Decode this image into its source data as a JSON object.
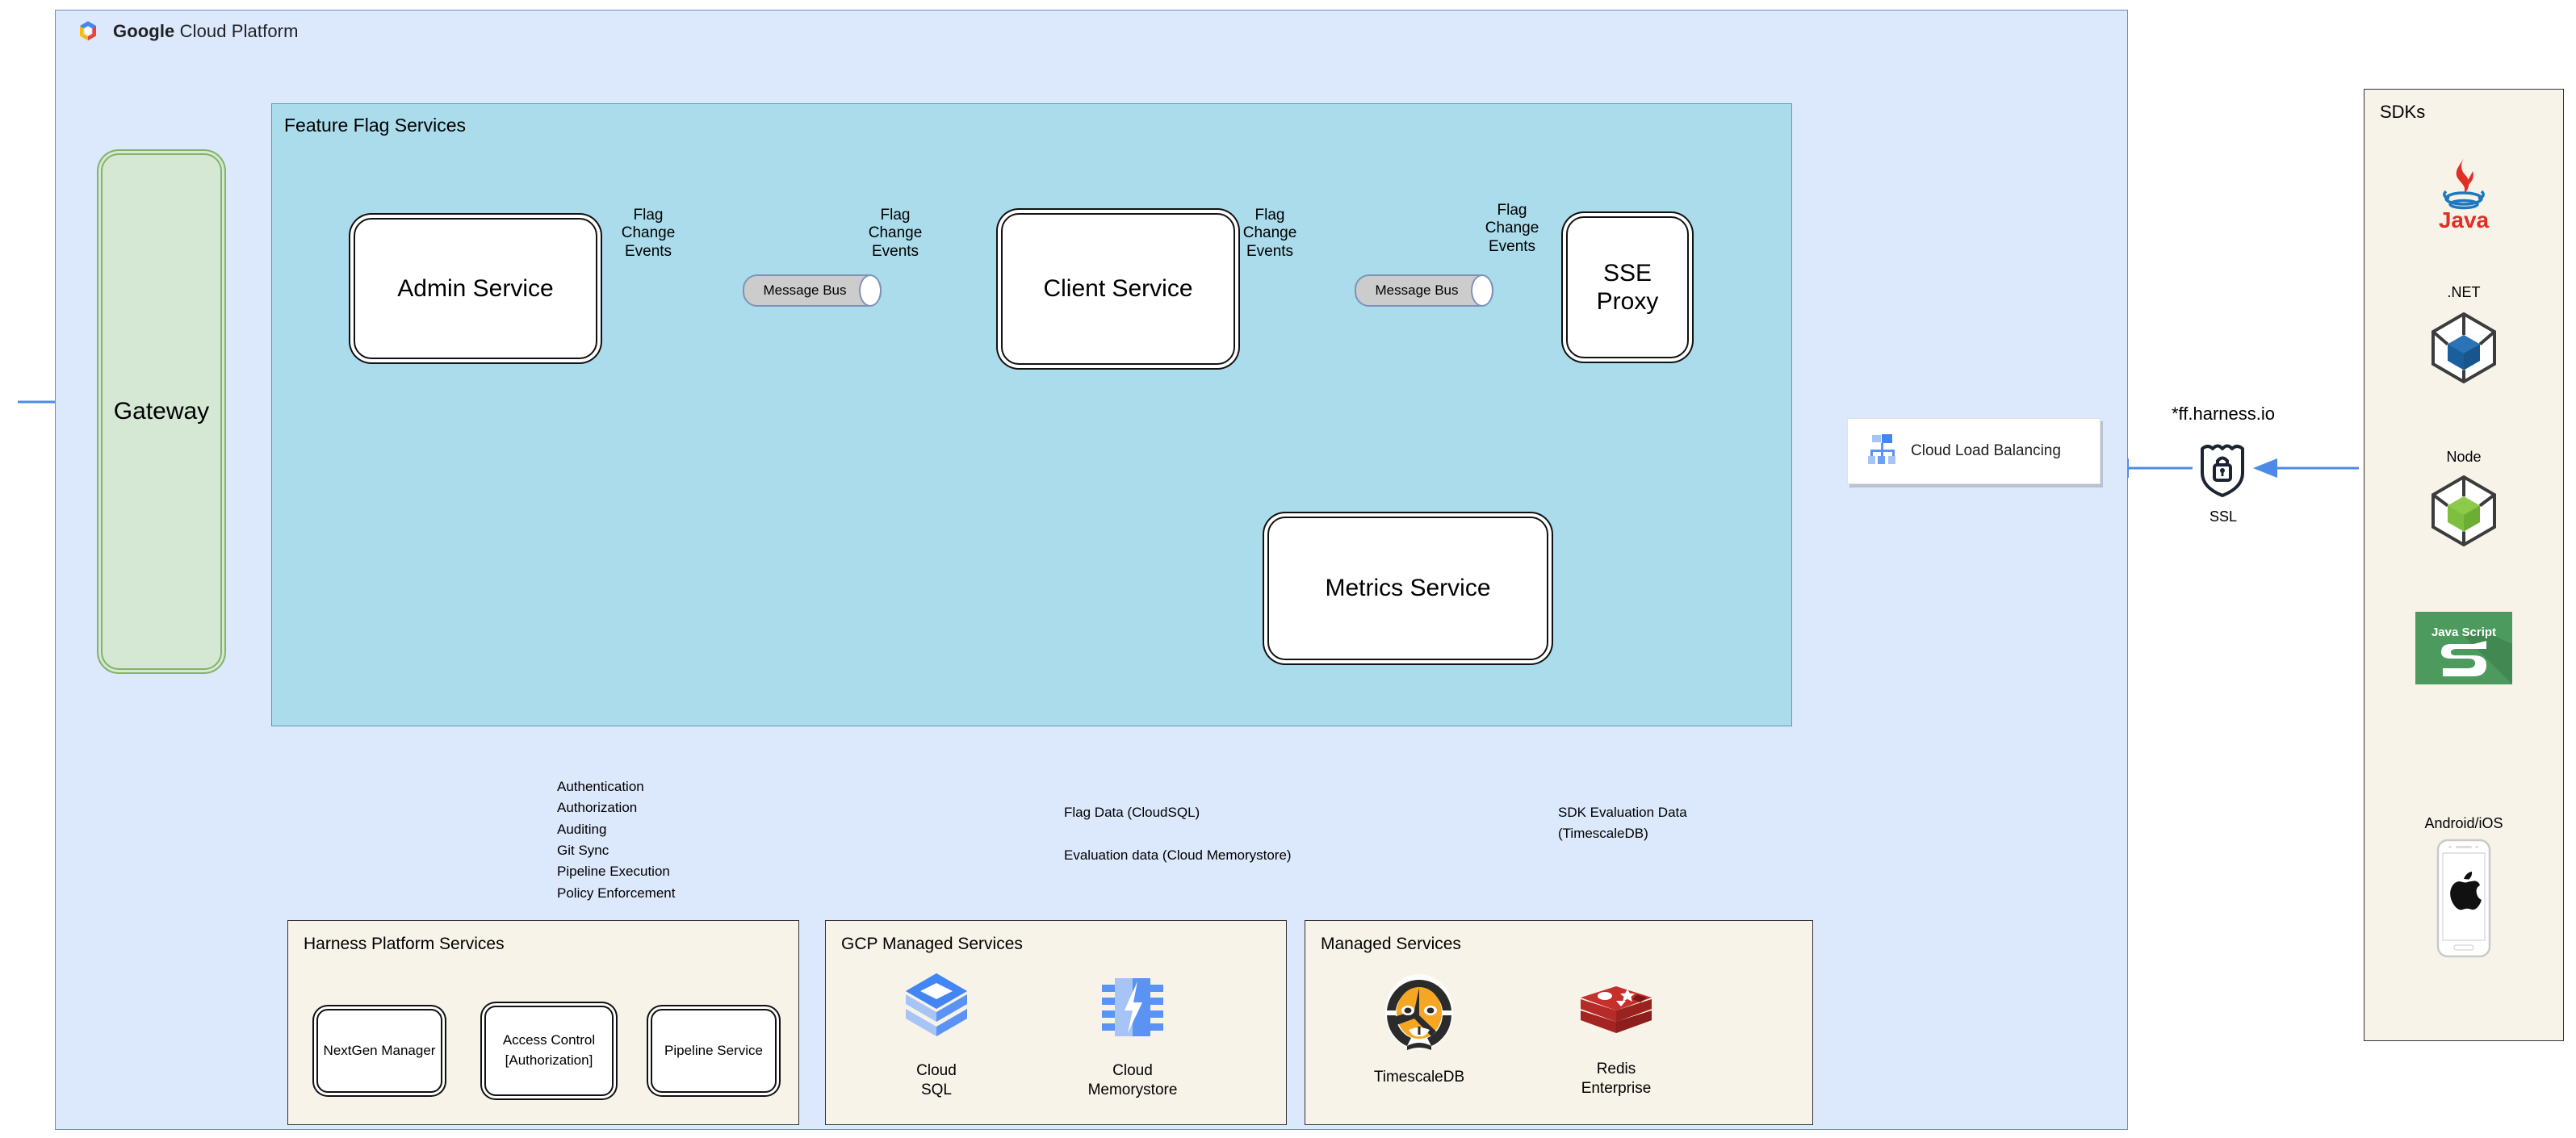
{
  "cloud": {
    "title_bold": "Google",
    "title_rest": " Cloud Platform",
    "logo_icon": "google-cloud-logo"
  },
  "feature_flag_services": {
    "title": "Feature Flag Services",
    "nodes": {
      "gateway": "Gateway",
      "admin_service": "Admin Service",
      "client_service": "Client Service",
      "sse_proxy": "SSE\nProxy",
      "metrics_service": "Metrics Service"
    },
    "message_bus_label": "Message Bus",
    "edge_labels": {
      "admin_to_bus": "Flag\nChange\nEvents",
      "bus_to_client": "Flag\nChange\nEvents",
      "client_to_bus": "Flag\nChange\nEvents",
      "bus_to_sse": "Flag\nChange\nEvents"
    }
  },
  "load_balancer": {
    "label": "Cloud Load Balancing",
    "icon": "cloud-load-balancing-icon"
  },
  "edge": {
    "domain": "*ff.harness.io",
    "ssl_label": "SSL",
    "ssl_icon": "ssl-shield-lock-icon"
  },
  "sdks": {
    "title": "SDKs",
    "items": [
      {
        "label": "",
        "icon": "java-logo",
        "name": "java-sdk"
      },
      {
        "label": ".NET",
        "icon": "dotnet-cube-icon",
        "name": "dotnet-sdk"
      },
      {
        "label": "Node",
        "icon": "node-cube-icon",
        "name": "node-sdk"
      },
      {
        "label": "",
        "icon": "javascript-logo",
        "name": "javascript-sdk",
        "badge": "Java Script"
      },
      {
        "label": "Android/iOS",
        "icon": "mobile-apple-icon",
        "name": "mobile-sdk"
      }
    ]
  },
  "notes": {
    "platform_capabilities": "Authentication\nAuthorization\nAuditing\nGit Sync\nPipeline Execution\nPolicy Enforcement",
    "flag_data": "Flag Data (CloudSQL)\n\nEvaluation data (Cloud Memorystore)",
    "sdk_eval": "SDK Evaluation Data\n(TimescaleDB)"
  },
  "bottom_groups": [
    {
      "name": "harness-platform-services",
      "title": "Harness Platform Services",
      "services": [
        "NextGen Manager",
        "Access Control\n[Authorization]",
        "Pipeline Service"
      ]
    },
    {
      "name": "gcp-managed-services",
      "title": "GCP Managed Services",
      "services": [
        {
          "label": "Cloud\nSQL",
          "icon": "cloud-sql-icon"
        },
        {
          "label": "Cloud\nMemorystore",
          "icon": "cloud-memorystore-icon"
        }
      ]
    },
    {
      "name": "managed-services",
      "title": "Managed Services",
      "services": [
        {
          "label": "TimescaleDB",
          "icon": "timescaledb-tiger-icon"
        },
        {
          "label": "Redis\nEnterprise",
          "icon": "redis-logo-icon"
        }
      ]
    }
  ],
  "colors": {
    "outer_panel": "#DCE8FC",
    "inner_panel": "#ABDCEC",
    "group_panel": "#F7F3E9",
    "gateway_fill": "#D5E8D4",
    "gateway_stroke": "#82B366",
    "arrow_blue": "#4D8AE8",
    "message_bus_fill": "#CCCCCC"
  }
}
